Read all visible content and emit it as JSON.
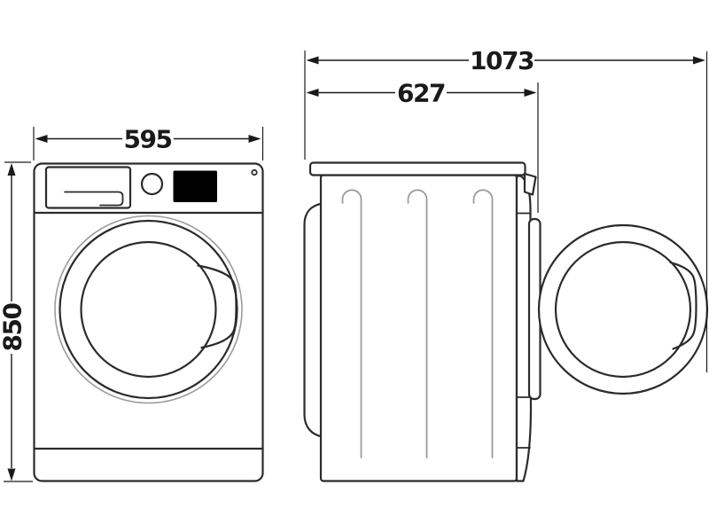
{
  "diagram": {
    "kind": "washing-machine-dimension-drawing",
    "units_shown": "mm",
    "dimensions": {
      "front_width": {
        "value": "595"
      },
      "front_height": {
        "value": "850"
      },
      "side_depth": {
        "value": "627"
      },
      "side_depth_door_open": {
        "value": "1073"
      }
    },
    "colors": {
      "background": "#ffffff",
      "outline": "#2b2b2b",
      "dimension": "#1a1a1a",
      "detail_gray": "#9c9c9c",
      "display_fill": "#000000"
    }
  }
}
